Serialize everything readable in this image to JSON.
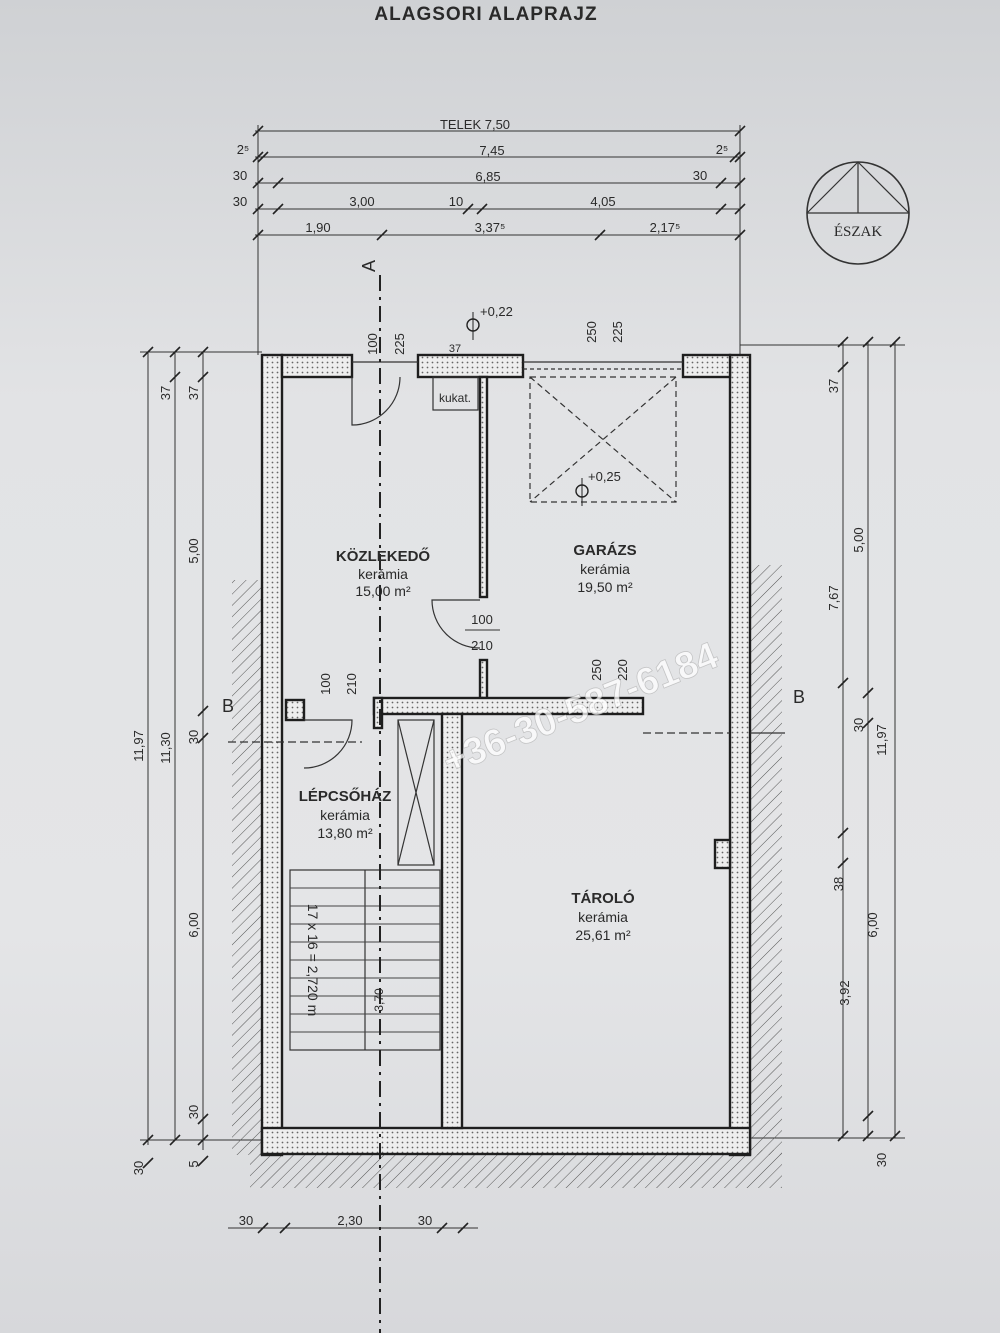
{
  "title": "ALAGSORI ALAPRAJZ",
  "north_label": "ÉSZAK",
  "watermark": "+36-30-587-6184",
  "section_labels": {
    "a": "A",
    "b_left": "B",
    "b_right": "B"
  },
  "rooms": {
    "kozlekedo": {
      "name": "KÖZLEKEDŐ",
      "floor": "kerámia",
      "area": "15,00 m²"
    },
    "garazs": {
      "name": "GARÁZS",
      "floor": "kerámia",
      "area": "19,50 m²"
    },
    "lepcsohaz": {
      "name": "LÉPCSŐHÁZ",
      "floor": "kerámia",
      "area": "13,80 m²"
    },
    "tarolo": {
      "name": "TÁROLÓ",
      "floor": "kerámia",
      "area": "25,61 m²"
    }
  },
  "labels": {
    "kukat": "kukat.",
    "level_top": "+0,22",
    "level_garage": "+0,25",
    "stairs": "17 x 16 = 2,720 m",
    "stair_len": "3,70"
  },
  "dims_top": {
    "telek": "TELEK  7,50",
    "r2_left": "2⁵",
    "r2_mid": "7,45",
    "r2_right": "2⁵",
    "r3_left": "30",
    "r3_mid": "6,85",
    "r3_right": "30",
    "r4_a": "30",
    "r4_b": "3,00",
    "r4_c": "10",
    "r4_d": "4,05",
    "r5_a": "1,90",
    "r5_b": "3,37⁵",
    "r5_c": "2,17⁵"
  },
  "dims_left": {
    "d37a": "37",
    "d37b": "37",
    "d500": "5,00",
    "d30": "30",
    "d600": "6,00",
    "d30b": "30",
    "d1197": "11,97",
    "d1130": "11,30",
    "d30c": "30",
    "d5": "5"
  },
  "dims_right": {
    "d37": "37",
    "d500": "5,00",
    "d767": "7,67",
    "d30": "30",
    "d38": "38",
    "d600": "6,00",
    "d392": "3,92",
    "d1197": "11,97",
    "d30b": "30"
  },
  "dims_bottom": {
    "a": "30",
    "b": "2,30",
    "c": "30"
  },
  "openings": {
    "entry_w": "100",
    "entry_h": "225",
    "garage_w": "250",
    "garage_h": "225",
    "door_w": "100",
    "door_h": "210",
    "stair_door_w": "100",
    "stair_door_h": "210",
    "tarolo_w": "250",
    "tarolo_h": "220",
    "d37": "37"
  }
}
